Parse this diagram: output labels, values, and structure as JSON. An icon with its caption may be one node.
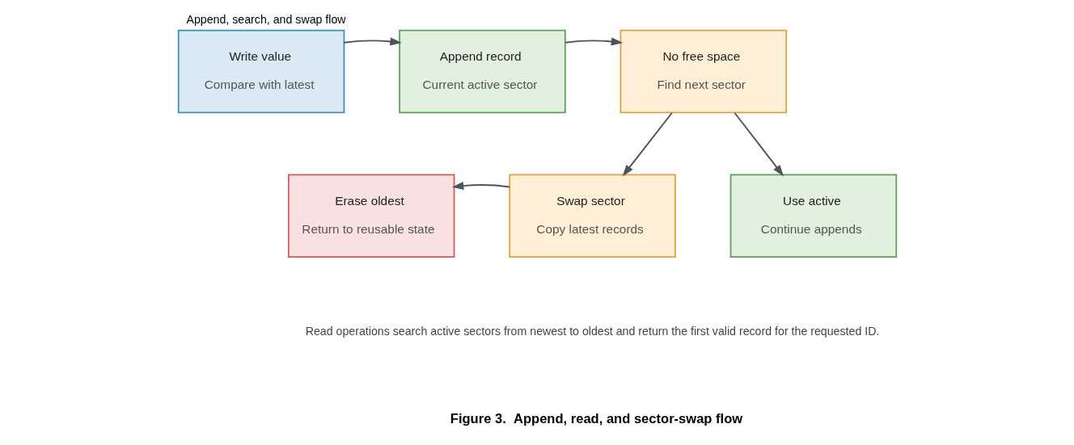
{
  "diagram": {
    "title": "Append, search, and swap flow",
    "caption": "Figure 3.  Append, read, and sector-swap flow",
    "nodes": [
      {
        "text": [
          "Write value",
          "Compare with latest"
        ]
      },
      {
        "text": [
          "Append record",
          "Current active sector"
        ]
      },
      {
        "text": [
          "No free space",
          "Find next sector"
        ]
      },
      {
        "text": [
          "Erase oldest",
          "Return to reusable state"
        ]
      },
      {
        "text": [
          "Swap sector",
          "Copy latest records"
        ]
      },
      {
        "text": [
          "Use active",
          "Continue appends"
        ]
      }
    ],
    "edges": [
      {
        "from": 0,
        "to": 1,
        "arrow": "to"
      },
      {
        "from": 1,
        "to": 2,
        "arrow": "to"
      },
      {
        "from": 2,
        "to": 4,
        "arrow": "to"
      },
      {
        "from": 2,
        "to": 5,
        "arrow": "to"
      },
      {
        "from": 4,
        "to": 3,
        "arrow": "to"
      }
    ],
    "labels": [
      "Read operations search active sectors from newest to oldest and return the first valid record for the requested ID."
    ]
  }
}
